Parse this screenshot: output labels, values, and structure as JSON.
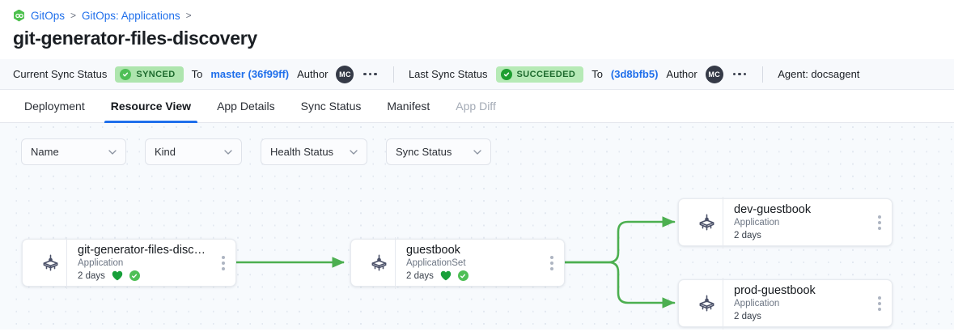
{
  "breadcrumb": {
    "icon": "gitops-hexagon-icon",
    "items": [
      {
        "label": "GitOps",
        "sep": ">"
      },
      {
        "label": "GitOps: Applications",
        "sep": ">"
      }
    ]
  },
  "page_title": "git-generator-files-discovery",
  "status_bar": {
    "current": {
      "label": "Current Sync Status",
      "badge": "SYNCED",
      "to_word": "To",
      "revision": "master (36f99ff)",
      "author_label": "Author",
      "avatar_initials": "MC",
      "menu_icon": "ellipsis-icon"
    },
    "last": {
      "label": "Last Sync Status",
      "badge": "SUCCEEDED",
      "to_word": "To",
      "revision": "(3d8bfb5)",
      "author_label": "Author",
      "avatar_initials": "MC",
      "menu_icon": "ellipsis-icon"
    },
    "agent": "Agent:  docsagent"
  },
  "tabs": [
    {
      "label": "Deployment",
      "active": false,
      "disabled": false
    },
    {
      "label": "Resource View",
      "active": true,
      "disabled": false
    },
    {
      "label": "App Details",
      "active": false,
      "disabled": false
    },
    {
      "label": "Sync Status",
      "active": false,
      "disabled": false
    },
    {
      "label": "Manifest",
      "active": false,
      "disabled": false
    },
    {
      "label": "App Diff",
      "active": false,
      "disabled": true
    }
  ],
  "filters": [
    {
      "label": "Name"
    },
    {
      "label": "Kind"
    },
    {
      "label": "Health Status"
    },
    {
      "label": "Sync Status"
    }
  ],
  "graph": {
    "nodes": [
      {
        "id": "root",
        "title": "git-generator-files-disco...",
        "kind": "Application",
        "age": "2 days",
        "health": true,
        "sync": true,
        "icon": "argo-app-icon"
      },
      {
        "id": "appset",
        "title": "guestbook",
        "kind": "ApplicationSet",
        "age": "2 days",
        "health": true,
        "sync": true,
        "icon": "argo-app-icon"
      },
      {
        "id": "dev",
        "title": "dev-guestbook",
        "kind": "Application",
        "age": "2 days",
        "health": false,
        "sync": false,
        "icon": "argo-app-icon"
      },
      {
        "id": "prod",
        "title": "prod-guestbook",
        "kind": "Application",
        "age": "2 days",
        "health": false,
        "sync": false,
        "icon": "argo-app-icon"
      }
    ],
    "edge_color": "#4caf50"
  },
  "colors": {
    "link": "#1f6feb",
    "badge_green_bg": "#aee5ae",
    "badge_green_text": "#1e6b2e",
    "edge_green": "#4caf50",
    "health_green": "#18a03a",
    "canvas_bg": "#f7fafd"
  }
}
